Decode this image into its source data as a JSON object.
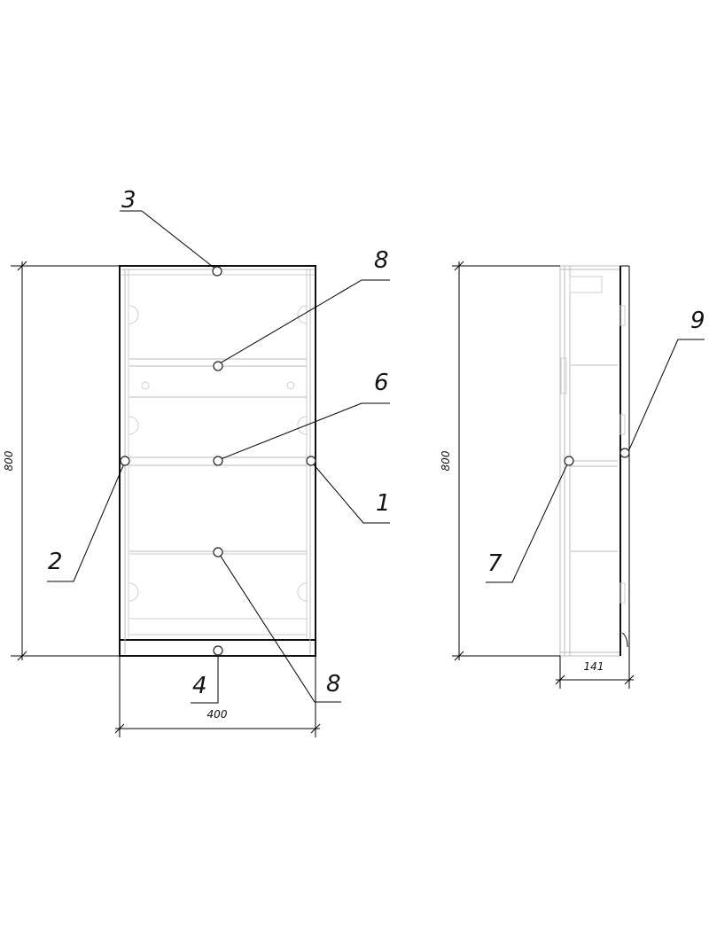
{
  "drawing": {
    "front_view": {
      "callouts": {
        "c1": "1",
        "c2": "2",
        "c3": "3",
        "c4": "4",
        "c6": "6",
        "c8_top": "8",
        "c8_bottom": "8"
      },
      "dimensions": {
        "height": "800",
        "width": "400"
      }
    },
    "side_view": {
      "callouts": {
        "c7": "7",
        "c9": "9"
      },
      "dimensions": {
        "height": "800",
        "depth": "141"
      }
    }
  }
}
